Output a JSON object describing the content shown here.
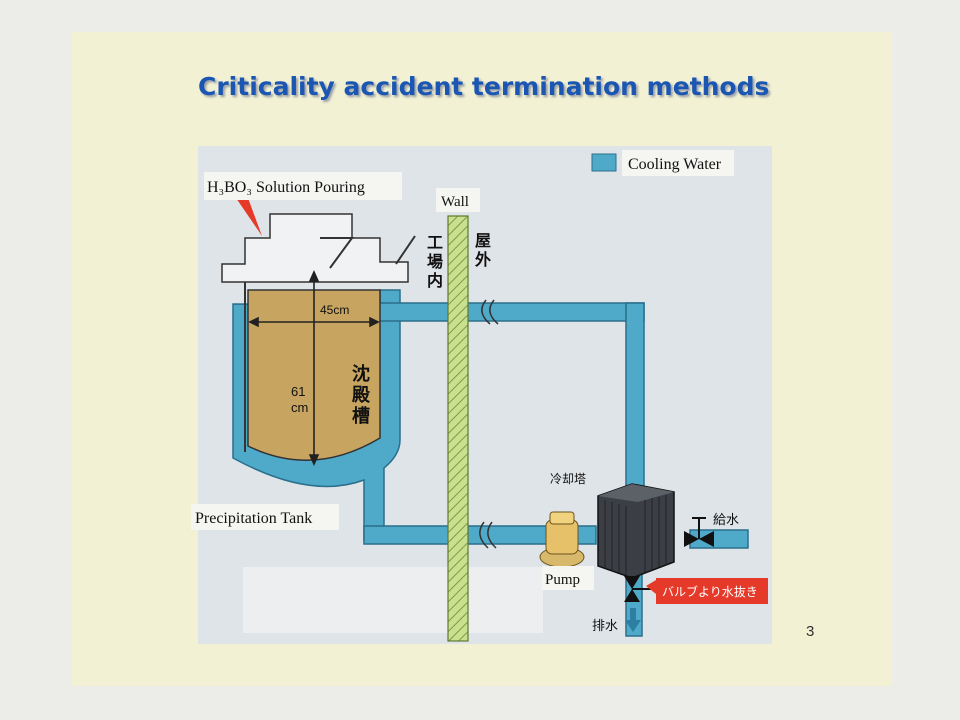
{
  "slide": {
    "title": "Criticality accident termination methods",
    "page_number": "3"
  },
  "diagram": {
    "legend": {
      "label": "Cooling Water",
      "color": "#4fa9c8"
    },
    "labels": {
      "boric_acid": "H₃BO₃   Solution Pouring",
      "wall": "Wall",
      "inside_plant": "工場内",
      "outside": "屋外",
      "width": "45cm",
      "height": "61\ncm",
      "tank_jp": "沈殿槽",
      "precipitation_tank": "Precipitation Tank",
      "cooling_tower": "冷却塔",
      "water_supply": "給水",
      "pump": "Pump",
      "valve_drain": "バルブより水抜き",
      "drain": "排水"
    },
    "colors": {
      "background": "#dfe4e8",
      "pipe": "#4fa9c8",
      "solution": "#c8a461",
      "wall": "#c9e08e",
      "callout": "#e53a2a"
    }
  }
}
